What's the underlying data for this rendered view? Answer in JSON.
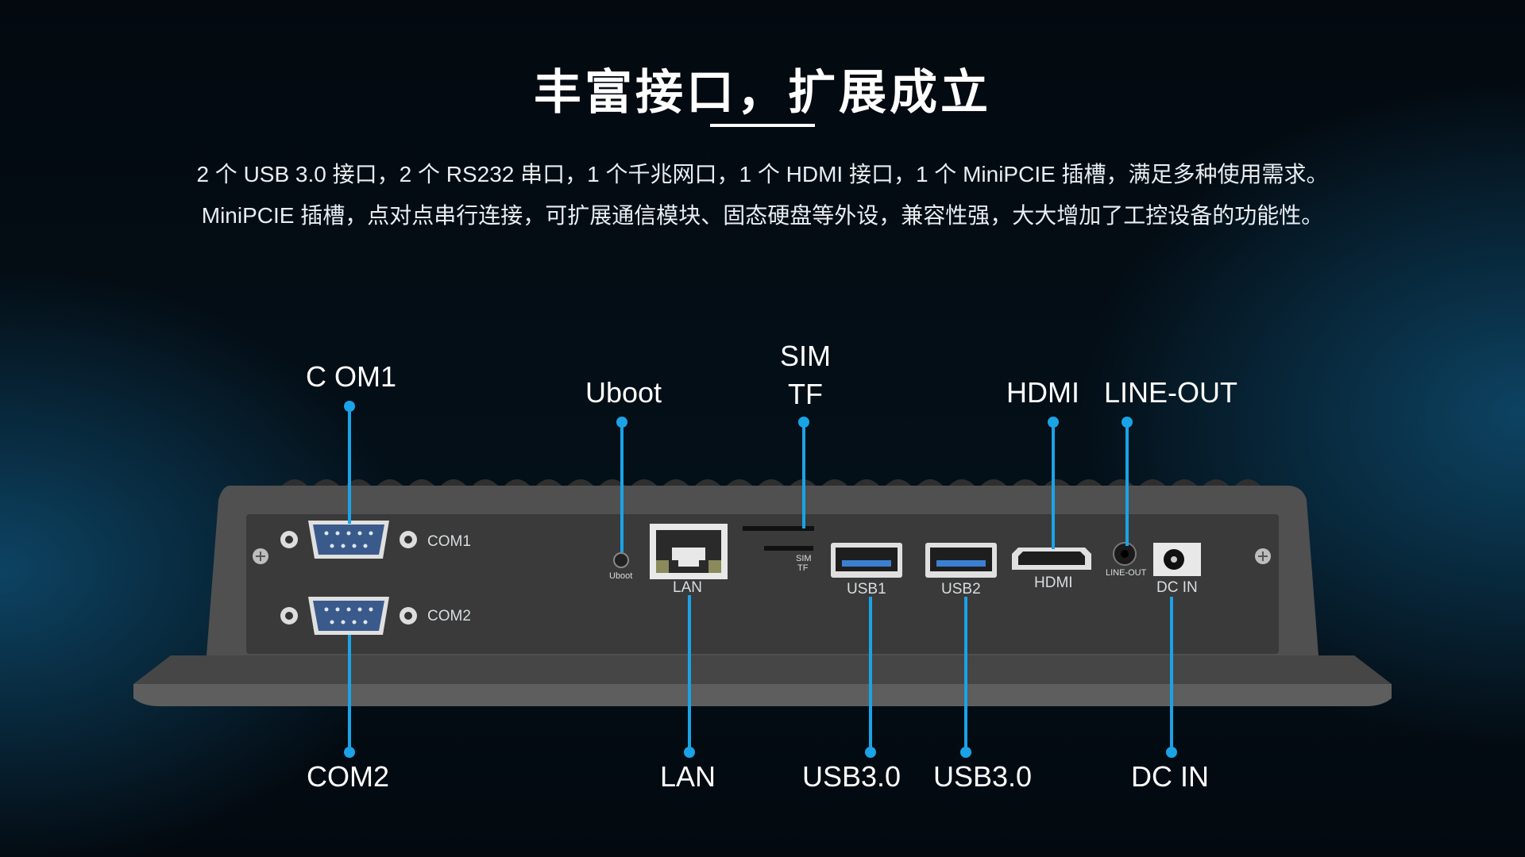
{
  "title": "丰富接口，扩展成立",
  "description": {
    "line1": "2 个 USB 3.0 接口，2 个 RS232 串口，1 个千兆网口，1 个 HDMI 接口，1 个 MiniPCIE 插槽，满足多种使用需求。",
    "line2": "MiniPCIE 插槽，点对点串行连接，可扩展通信模块、固态硬盘等外设，兼容性强，大大增加了工控设备的功能性。"
  },
  "callouts_top": {
    "com1": "C OM1",
    "uboot": "Uboot",
    "sim": "SIM",
    "tf": "TF",
    "hdmi": "HDMI",
    "line_out": "LINE-OUT"
  },
  "callouts_bottom": {
    "com2": "COM2",
    "lan": "LAN",
    "usb1": "USB3.0",
    "usb2": "USB3.0",
    "dc_in": "DC IN"
  },
  "panel_labels": {
    "com1": "COM1",
    "com2": "COM2",
    "uboot": "Uboot",
    "lan": "LAN",
    "sim": "SIM",
    "tf": "TF",
    "usb1": "USB1",
    "usb2": "USB2",
    "hdmi": "HDMI",
    "line_out": "LINE-OUT",
    "dc_in": "DC IN"
  },
  "colors": {
    "accent": "#1aa3e6",
    "chassis": "#4a4a4a",
    "panel": "#3a3a3a",
    "serial_port": "#3a5a8c",
    "usb_port": "#3b7fd0"
  }
}
